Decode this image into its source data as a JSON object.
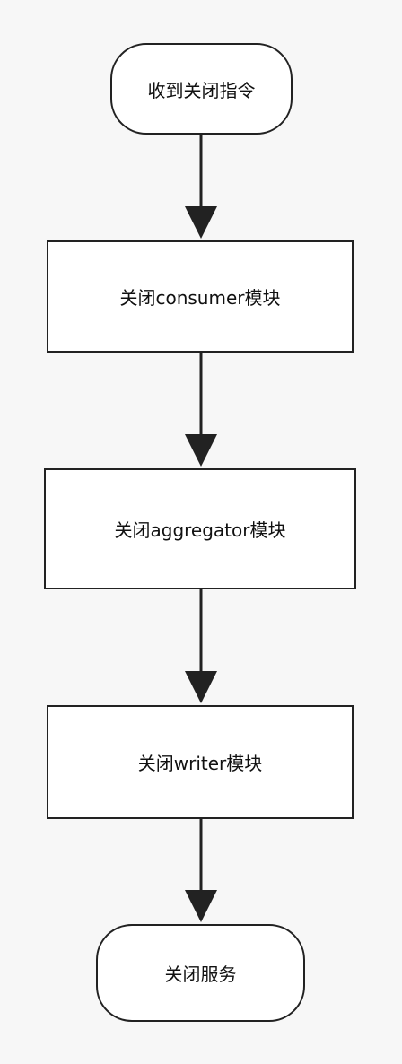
{
  "diagram": {
    "nodes": [
      {
        "id": "start",
        "text": "收到关闭指令"
      },
      {
        "id": "step1",
        "text": "关闭consumer模块"
      },
      {
        "id": "step2",
        "text": "关闭aggregator模块"
      },
      {
        "id": "step3",
        "text": "关闭writer模块"
      },
      {
        "id": "end",
        "text": "关闭服务"
      }
    ]
  }
}
